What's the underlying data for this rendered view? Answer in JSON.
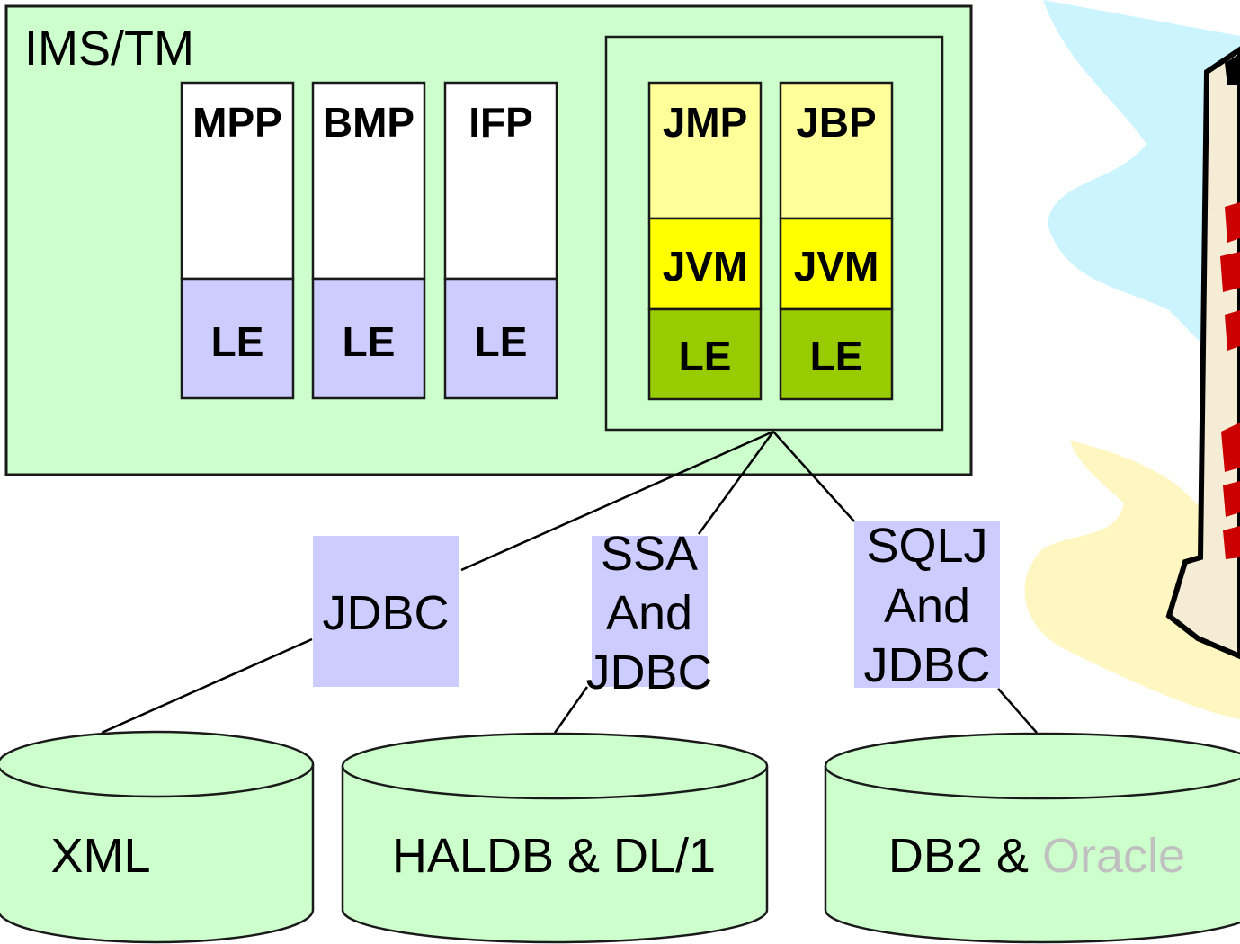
{
  "colors": {
    "ims_bg": "#ccffcc",
    "white_box": "#ffffff",
    "le_lavender": "#ccccff",
    "jmp_pale_yellow": "#ffff99",
    "jvm_yellow": "#ffff00",
    "le_green": "#99cc00",
    "connector_lavender": "#ccccff",
    "db_green": "#ccffcc",
    "oracle_gray": "#c0c0c0",
    "decor_blue": "#ccf4ff",
    "decor_yellow": "#fff6c2"
  },
  "ims": {
    "title": "IMS/TM",
    "regions": [
      {
        "name": "MPP",
        "le": "LE"
      },
      {
        "name": "BMP",
        "le": "LE"
      },
      {
        "name": "IFP",
        "le": "LE"
      }
    ],
    "java_regions": [
      {
        "name": "JMP",
        "jvm": "JVM",
        "le": "LE"
      },
      {
        "name": "JBP",
        "jvm": "JVM",
        "le": "LE"
      }
    ]
  },
  "connectors": {
    "jdbc": "JDBC",
    "ssa": [
      "SSA",
      "And",
      "JDBC"
    ],
    "sqlj": [
      "SQLJ",
      "And",
      "JDBC"
    ]
  },
  "databases": {
    "xml": "XML",
    "haldb": "HALDB & DL/1",
    "db2_prefix": "DB2 &",
    "db2_suffix": "Oracle"
  },
  "decoration": {
    "icon": "scroll-icon"
  }
}
